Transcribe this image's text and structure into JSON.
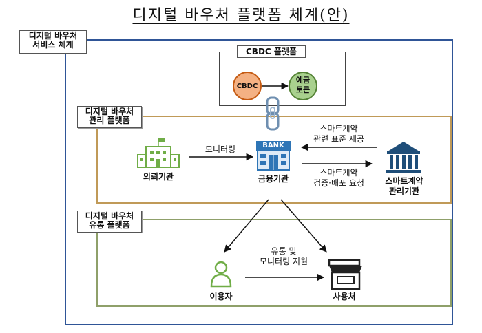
{
  "title": "디지털 바우처 플랫폼 체계(안)",
  "service_system_label": [
    "디지털 바우처",
    "서비스 체계"
  ],
  "cbdc_platform": {
    "label": "CBDC 플랫폼",
    "cbdc_node": "CBDC",
    "deposit_token": [
      "예금",
      "토큰"
    ]
  },
  "management_platform": {
    "label": [
      "디지털 바우처",
      "관리 플랫폼"
    ],
    "public_institution": "의뢰기관",
    "monitoring": "모니터링",
    "bank_sign": "BANK",
    "financial_institution": "금융기관",
    "smart_contract_standard": [
      "스마트계약",
      "관련 표준 제공"
    ],
    "smart_contract_request": [
      "스마트계약",
      "검증·배포 요청"
    ],
    "smart_contract_authority": [
      "스마트계약",
      "관리기관"
    ]
  },
  "distribution_platform": {
    "label": [
      "디지털 바우처",
      "유통 플랫폼"
    ],
    "user": "이용자",
    "merchant": "사용처",
    "distribution_support": [
      "유통 및",
      "모니터링 지원"
    ]
  },
  "colors": {
    "service_border": "#2F5597",
    "management_border": "#C09A58",
    "distribution_border": "#8FA06A",
    "cbdc_fill": "#F4B183",
    "cbdc_stroke": "#C55A11",
    "token_fill": "#A9D18E",
    "token_stroke": "#548235",
    "building_green": "#70AD47",
    "bank_blue": "#2E75B6",
    "authority_blue": "#1F4E79"
  }
}
